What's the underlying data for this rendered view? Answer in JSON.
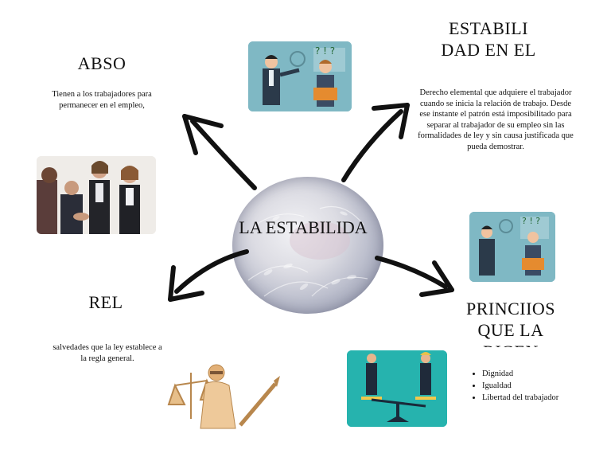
{
  "center": {
    "title": "LA ESTABILIDA"
  },
  "nodes": {
    "top_left": {
      "title": "ABSO",
      "text": "Tienen a los trabajadores para permanecer en el empleo,"
    },
    "top_right": {
      "title": "ESTABILI DAD EN EL",
      "text": "Derecho elemental que adquiere el trabajador cuando se inicia la relación de trabajo. Desde ese instante el patrón está imposibilitado para separar al trabajador de su empleo sin las formalidades de ley y sin causa justificada que pueda demostrar."
    },
    "bottom_left": {
      "title": "REL",
      "text": "salvedades que la ley establece a la regla general."
    },
    "bottom_right": {
      "title": "PRINCIIOS QUE LA RIGEN",
      "items": [
        "Dignidad",
        "Igualdad",
        "Libertad del trabajador"
      ]
    }
  },
  "colors": {
    "teal_bg": "#7fb8c4",
    "teal_dark": "#26b3ae",
    "arrow": "#111111"
  },
  "icons": {
    "arrows": "hand-drawn-arrow-icon",
    "pictures": [
      "boss-firing-employee-illustration",
      "business-handshake-photo",
      "justice-statue-illustration",
      "balance-scale-illustration"
    ]
  }
}
